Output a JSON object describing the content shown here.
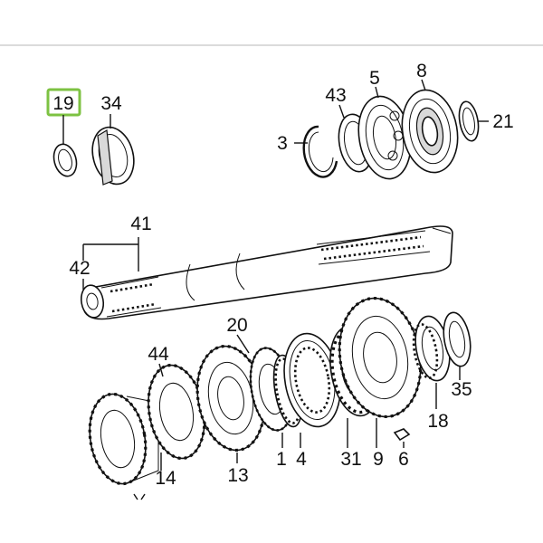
{
  "callouts": [
    {
      "id": "19",
      "label": "19",
      "highlighted": true
    },
    {
      "id": "34",
      "label": "34"
    },
    {
      "id": "43",
      "label": "43"
    },
    {
      "id": "5",
      "label": "5"
    },
    {
      "id": "8",
      "label": "8"
    },
    {
      "id": "21",
      "label": "21"
    },
    {
      "id": "3",
      "label": "3"
    },
    {
      "id": "41",
      "label": "41"
    },
    {
      "id": "42",
      "label": "42"
    },
    {
      "id": "20",
      "label": "20"
    },
    {
      "id": "44",
      "label": "44"
    },
    {
      "id": "35",
      "label": "35"
    },
    {
      "id": "18",
      "label": "18"
    },
    {
      "id": "14",
      "label": "14"
    },
    {
      "id": "13",
      "label": "13"
    },
    {
      "id": "1",
      "label": "1"
    },
    {
      "id": "4",
      "label": "4"
    },
    {
      "id": "31",
      "label": "31"
    },
    {
      "id": "9",
      "label": "9"
    },
    {
      "id": "6",
      "label": "6"
    }
  ],
  "colors": {
    "highlight": "#7dc242",
    "line": "#111111",
    "background": "#ffffff",
    "divider": "#cfcfcf"
  }
}
